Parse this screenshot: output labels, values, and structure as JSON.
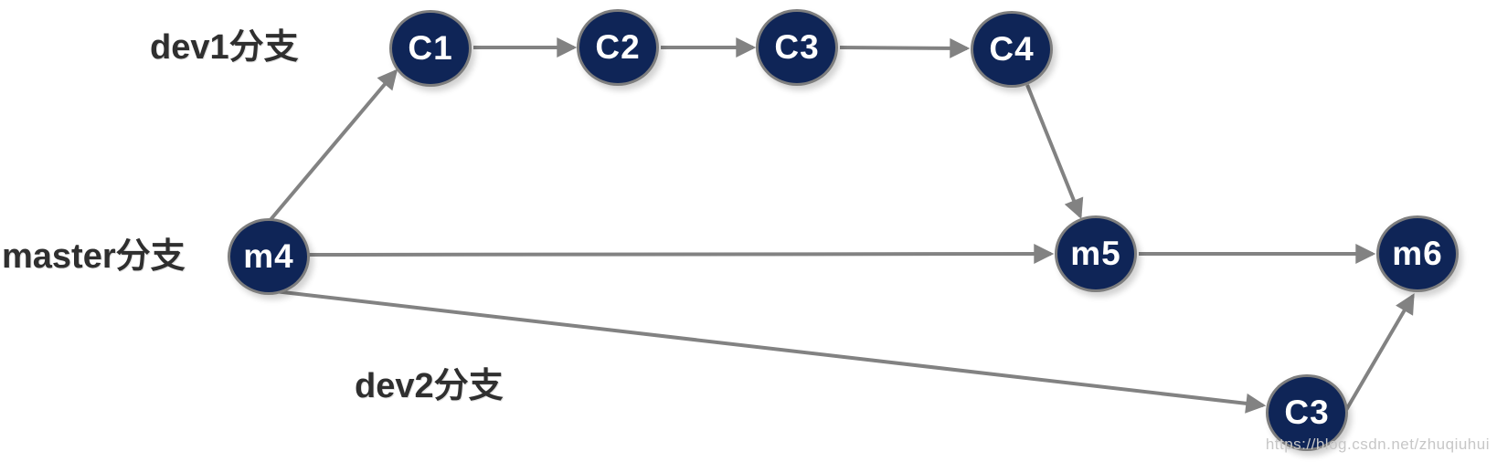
{
  "diagram": {
    "type": "git-branch-diagram",
    "branch_labels": {
      "dev1": "dev1分支",
      "master": "master分支",
      "dev2": "dev2分支"
    },
    "nodes": [
      {
        "id": "dev1-c1",
        "branch": "dev1",
        "label": "C1"
      },
      {
        "id": "dev1-c2",
        "branch": "dev1",
        "label": "C2"
      },
      {
        "id": "dev1-c3",
        "branch": "dev1",
        "label": "C3"
      },
      {
        "id": "dev1-c4",
        "branch": "dev1",
        "label": "C4"
      },
      {
        "id": "master-m4",
        "branch": "master",
        "label": "m4"
      },
      {
        "id": "master-m5",
        "branch": "master",
        "label": "m5"
      },
      {
        "id": "master-m6",
        "branch": "master",
        "label": "m6"
      },
      {
        "id": "dev2-c3",
        "branch": "dev2",
        "label": "C3"
      }
    ],
    "edges": [
      {
        "from": "master-m4",
        "to": "dev1-c1"
      },
      {
        "from": "dev1-c1",
        "to": "dev1-c2"
      },
      {
        "from": "dev1-c2",
        "to": "dev1-c3"
      },
      {
        "from": "dev1-c3",
        "to": "dev1-c4"
      },
      {
        "from": "dev1-c4",
        "to": "master-m5"
      },
      {
        "from": "master-m4",
        "to": "master-m5"
      },
      {
        "from": "master-m5",
        "to": "master-m6"
      },
      {
        "from": "master-m4",
        "to": "dev2-c3"
      },
      {
        "from": "dev2-c3",
        "to": "master-m6"
      }
    ],
    "colors": {
      "node_fill": "#0F2557",
      "node_border": "#7E7E7E",
      "node_text": "#FFFFFF",
      "edge": "#828282",
      "branch_label_text": "#2F2F2F",
      "watermark_text": "#C7C7C7",
      "background": "#FFFFFF"
    },
    "watermark": "https://blog.csdn.net/zhuqiuhui"
  }
}
